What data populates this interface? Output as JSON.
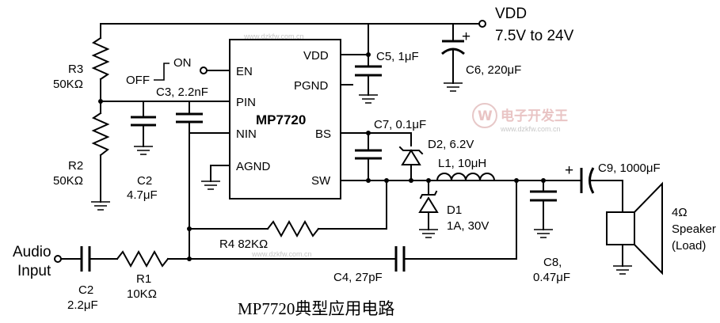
{
  "title": "MP7720典型应用电路",
  "supply": {
    "name": "VDD",
    "range": "7.5V to 24V"
  },
  "chip": {
    "name": "MP7720",
    "pins_left": [
      "EN",
      "PIN",
      "NIN",
      "AGND"
    ],
    "pins_right": [
      "VDD",
      "PGND",
      "BS",
      "SW"
    ]
  },
  "switch_labels": {
    "off": "OFF",
    "on": "ON"
  },
  "components": {
    "R3": {
      "ref": "R3",
      "value": "50KΩ"
    },
    "R2": {
      "ref": "R2",
      "value": "50KΩ"
    },
    "C2_bias": {
      "ref": "C2",
      "value": "4.7μF"
    },
    "C3": {
      "label": "C3, 2.2nF"
    },
    "C5": {
      "label": "C5, 1μF"
    },
    "C6": {
      "label": "C6, 220μF"
    },
    "C7": {
      "label": "C7, 0.1μF"
    },
    "D2": {
      "label": "D2, 6.2V"
    },
    "L1": {
      "label": "L1, 10μH"
    },
    "D1": {
      "ref": "D1",
      "value": "1A, 30V"
    },
    "C9": {
      "label": "C9, 1000μF"
    },
    "C8": {
      "ref": "C8,",
      "value": "0.47μF"
    },
    "R4": {
      "label": "R4 82KΩ"
    },
    "C4": {
      "label": "C4, 27pF"
    },
    "C2_in": {
      "ref": "C2",
      "value": "2.2μF"
    },
    "R1": {
      "ref": "R1",
      "value": "10KΩ"
    },
    "speaker": {
      "line1": "4Ω",
      "line2": "Speaker",
      "line3": "(Load)"
    }
  },
  "input": {
    "line1": "Audio",
    "line2": "Input"
  },
  "cap_polarity": "+",
  "watermarks": [
    "www.dzkfw.com.cn",
    "www.dzkfw.com.cn"
  ],
  "logo": {
    "glyph": "W",
    "text": "电子开发王",
    "url": "www.dzkfw.com.cn"
  }
}
